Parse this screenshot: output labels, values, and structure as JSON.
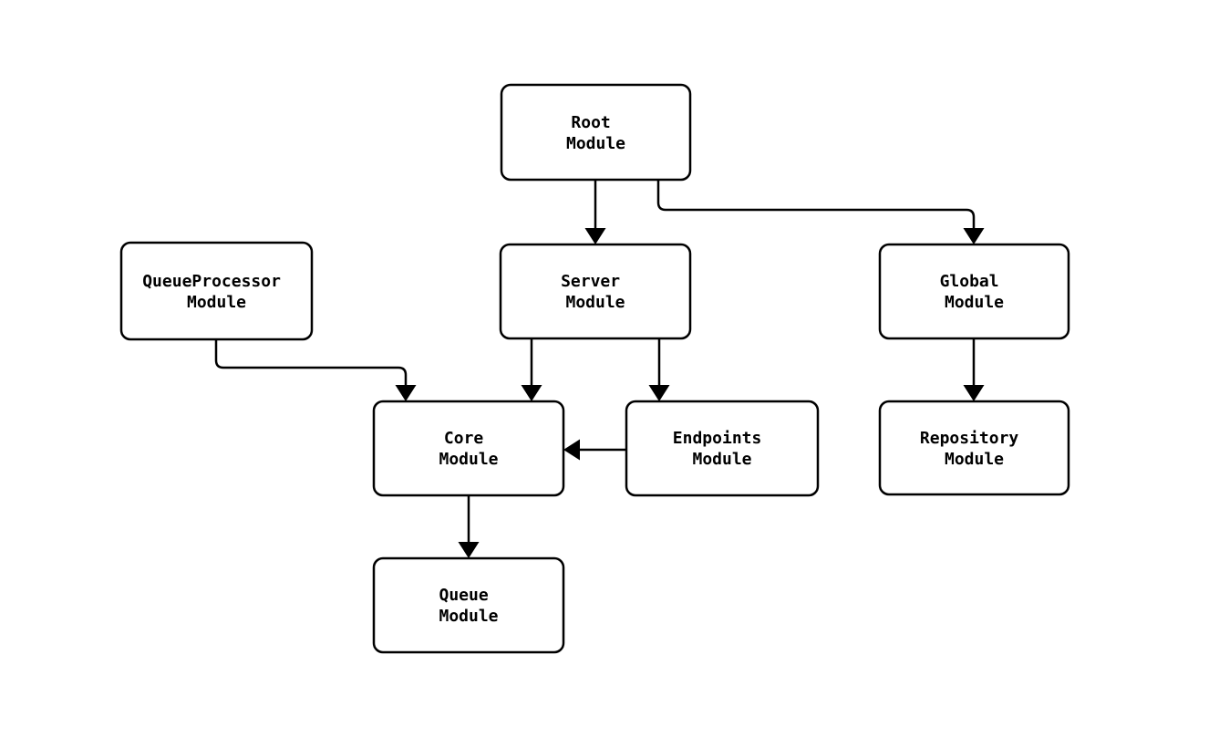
{
  "diagram": {
    "type": "flowchart",
    "direction": "top-down",
    "nodes": {
      "root": {
        "line1": "Root",
        "line2": "Module"
      },
      "queueprocessor": {
        "line1": "QueueProcessor",
        "line2": "Module"
      },
      "server": {
        "line1": "Server",
        "line2": "Module"
      },
      "global": {
        "line1": "Global",
        "line2": "Module"
      },
      "core": {
        "line1": "Core",
        "line2": "Module"
      },
      "endpoints": {
        "line1": "Endpoints",
        "line2": "Module"
      },
      "repository": {
        "line1": "Repository",
        "line2": "Module"
      },
      "queue": {
        "line1": "Queue",
        "line2": "Module"
      }
    },
    "edges": [
      {
        "from": "Root Module",
        "to": "Server Module"
      },
      {
        "from": "Root Module",
        "to": "Global Module"
      },
      {
        "from": "QueueProcessor Module",
        "to": "Core Module"
      },
      {
        "from": "Server Module",
        "to": "Core Module"
      },
      {
        "from": "Server Module",
        "to": "Endpoints Module"
      },
      {
        "from": "Endpoints Module",
        "to": "Core Module"
      },
      {
        "from": "Global Module",
        "to": "Repository Module"
      },
      {
        "from": "Core Module",
        "to": "Queue Module"
      }
    ],
    "colors": {
      "line": "#000000",
      "node_fill": "#ffffff",
      "node_border": "#000000",
      "text": "#000000",
      "background": "#ffffff"
    }
  }
}
